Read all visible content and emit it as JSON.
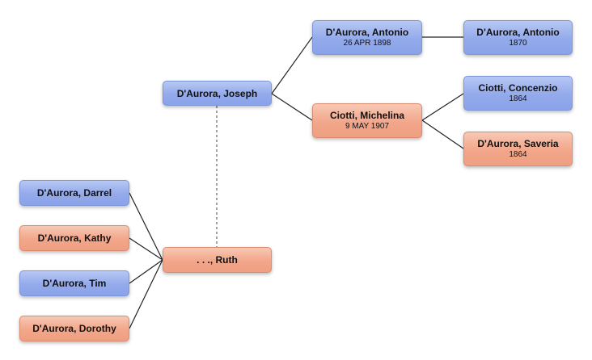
{
  "tree": {
    "focus": {
      "name": ". . ., Ruth"
    },
    "spouse": {
      "name": "D'Aurora, Joseph"
    },
    "children": [
      {
        "name": "D'Aurora, Darrel"
      },
      {
        "name": "D'Aurora, Kathy"
      },
      {
        "name": "D'Aurora, Tim"
      },
      {
        "name": "D'Aurora, Dorothy"
      }
    ],
    "spouse_father": {
      "name": "D'Aurora, Antonio",
      "date": "26 APR 1898"
    },
    "spouse_mother": {
      "name": "Ciotti, Michelina",
      "date": "9 MAY 1907"
    },
    "paternal_grandfather": {
      "name": "D'Aurora, Antonio",
      "date": "1870"
    },
    "maternal_grandfather": {
      "name": "Ciotti, Concenzio",
      "date": "1864"
    },
    "maternal_grandmother": {
      "name": "D'Aurora, Saveria",
      "date": "1864"
    }
  },
  "colors": {
    "male": "#93aaeb",
    "female": "#f2a68a",
    "line": "#222222",
    "spouse_link": "#888888"
  }
}
